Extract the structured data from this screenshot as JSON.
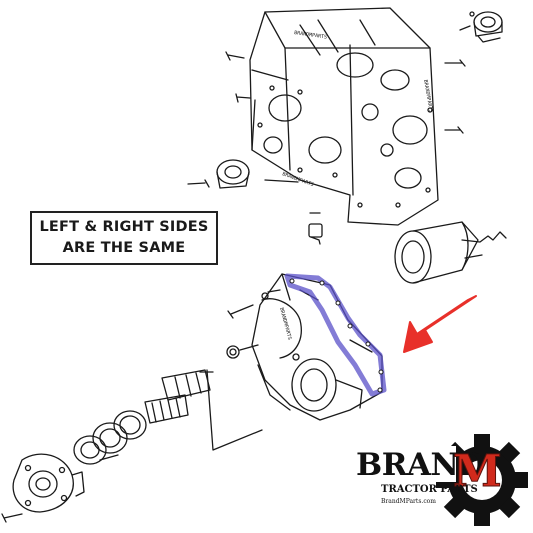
{
  "note": {
    "line1": "LEFT & RIGHT SIDES",
    "line2": "ARE THE SAME"
  },
  "logo": {
    "word": "BRAND",
    "letter": "M",
    "subtitle": "TRACTOR PARTS",
    "website": "BrandMParts.com"
  },
  "part_stamps": {
    "housing_top": "BRANDMPARTS",
    "housing_side": "BRANDMPARTS",
    "housing_front": "BRANDMPARTS",
    "cover": "BRANDMPARTS"
  },
  "colors": {
    "line": "#1a1a1a",
    "highlight": "#5a50c8",
    "arrow": "#e8302a",
    "logo_gear": "#111111",
    "logo_m": "#d12a1c"
  },
  "icons": {
    "arrow": "red-pointer-arrow-icon",
    "gear": "gear-icon"
  }
}
